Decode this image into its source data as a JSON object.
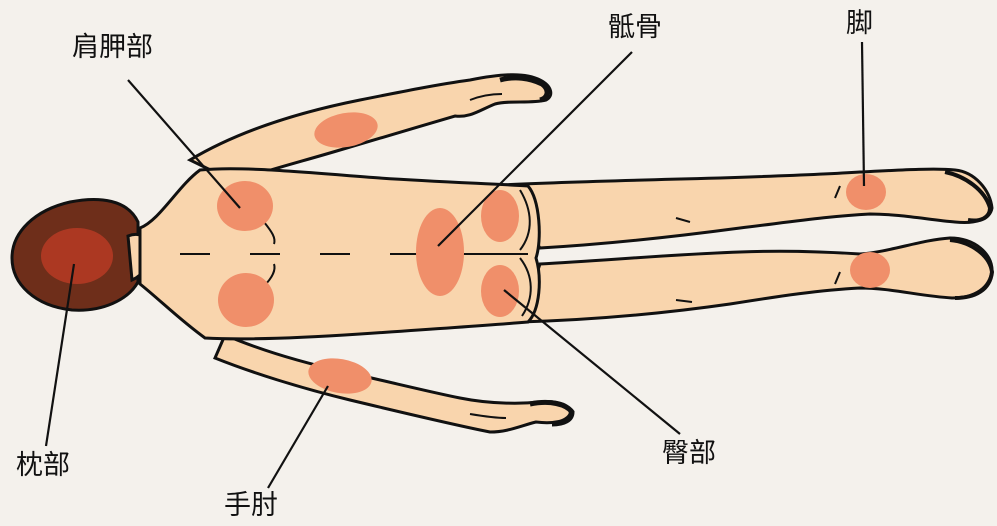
{
  "labels": {
    "shoulder_blade": "肩胛部",
    "sacrum": "骶骨",
    "heel": "脚",
    "occiput": "枕部",
    "elbow": "手肘",
    "buttock": "臀部"
  },
  "colors": {
    "background": "#f4f1ec",
    "skin": "#f9d5ad",
    "outline": "#111111",
    "hair": "#6e2e1a",
    "pressure_area": "#f08f6a",
    "occiput_area": "#b23a24"
  }
}
